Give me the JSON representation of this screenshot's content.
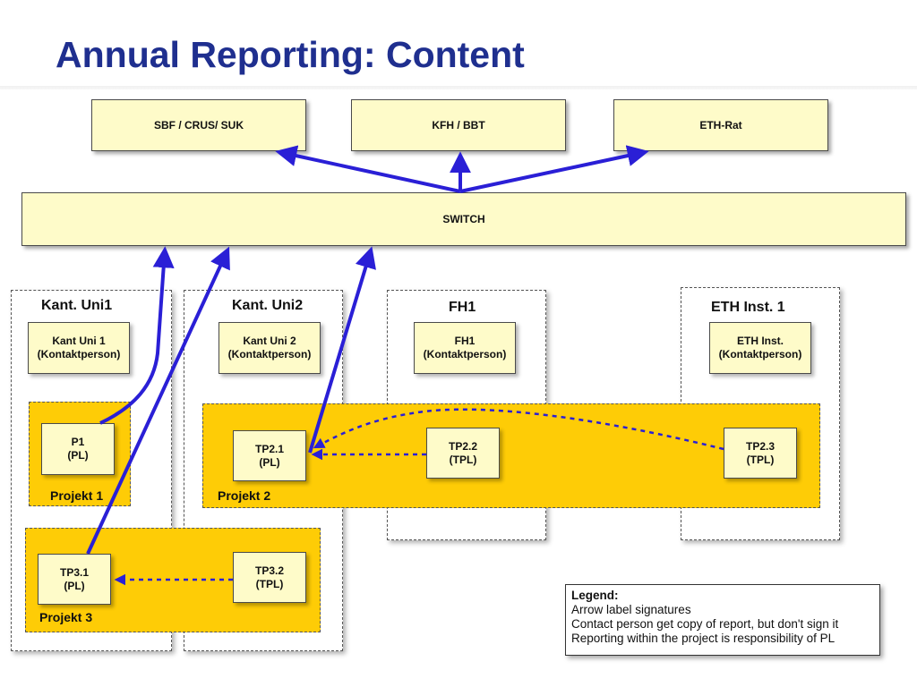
{
  "title": "Annual Reporting: Content",
  "top_boxes": [
    "SBF / CRUS/ SUK",
    "KFH / BBT",
    "ETH-Rat"
  ],
  "switch_label": "SWITCH",
  "institutions": [
    {
      "label": "Kant. Uni1",
      "contact": [
        "Kant Uni 1",
        "(Kontaktperson)"
      ]
    },
    {
      "label": "Kant. Uni2",
      "contact": [
        "Kant Uni 2",
        "(Kontaktperson)"
      ]
    },
    {
      "label": "FH1",
      "contact": [
        "FH1",
        "(Kontaktperson)"
      ]
    },
    {
      "label": "ETH Inst. 1",
      "contact": [
        "ETH Inst.",
        "(Kontaktperson)"
      ]
    }
  ],
  "projects": [
    {
      "label": "Projekt 1",
      "nodes": [
        {
          "id": "P1",
          "role": "(PL)"
        }
      ]
    },
    {
      "label": "Projekt 2",
      "nodes": [
        {
          "id": "TP2.1",
          "role": "(PL)"
        },
        {
          "id": "TP2.2",
          "role": "(TPL)"
        },
        {
          "id": "TP2.3",
          "role": "(TPL)"
        }
      ]
    },
    {
      "label": "Projekt 3",
      "nodes": [
        {
          "id": "TP3.1",
          "role": "(PL)"
        },
        {
          "id": "TP3.2",
          "role": "(TPL)"
        }
      ]
    }
  ],
  "legend": {
    "heading": "Legend:",
    "lines": [
      "Arrow label signatures",
      "Contact person get copy of report, but don't sign it",
      "Reporting within the project is responsibility of PL"
    ]
  },
  "colors": {
    "title": "#1f2f8f",
    "box_fill": "#fefbc9",
    "project_fill": "#fecc06",
    "arrow": "#2a1fd6"
  }
}
